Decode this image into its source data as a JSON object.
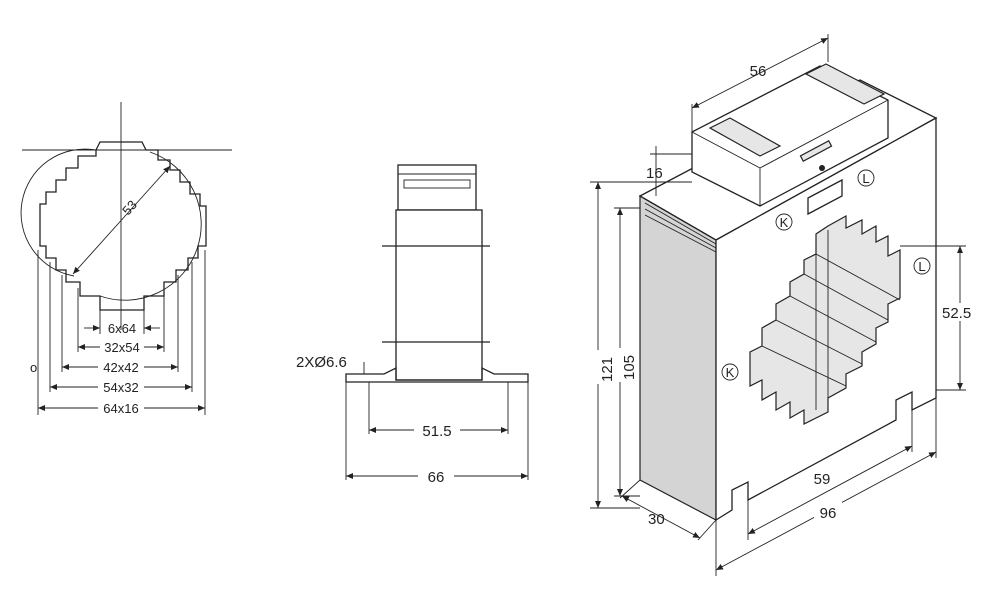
{
  "left_view": {
    "diameter_label": "53",
    "openings": [
      "6x64",
      "32x54",
      "42x42",
      "54x32",
      "64x16"
    ],
    "side_mark": "o"
  },
  "middle_view": {
    "hole_label": "2XØ6.6",
    "inner_width_label": "51.5",
    "outer_width_label": "66"
  },
  "right_view": {
    "top_width_label": "56",
    "top_height_label": "16",
    "total_height_label": "121",
    "body_height_label": "105",
    "window_height_label": "52.5",
    "depth_label": "30",
    "base_inner_label": "59",
    "base_outer_label": "96",
    "terminal_k": "K",
    "terminal_l": "L"
  }
}
